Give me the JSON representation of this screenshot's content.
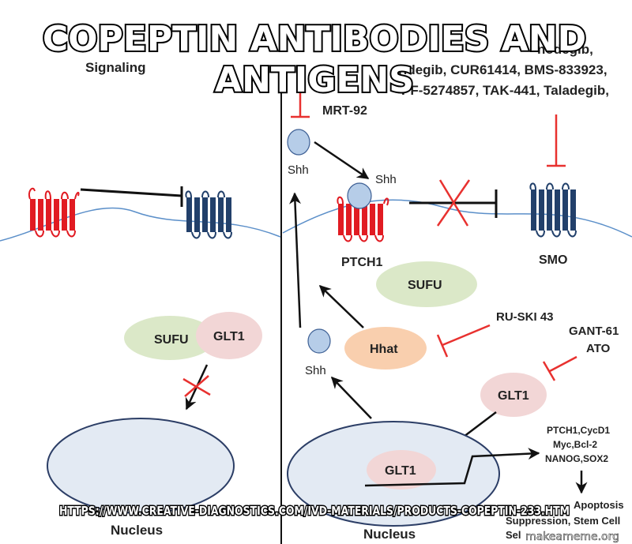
{
  "meme": {
    "top_line1": "COPEPTIN ANTIBODIES AND",
    "top_line2": "ANTIGENS",
    "bottom_url": "HTTPS://WWW.CREATIVE-DIAGNOSTICS.COM/IVD-MATERIALS/PRODUCTS-COPEPTIN-233.HTM",
    "watermark": "makeameme.org"
  },
  "left_panel": {
    "signaling_label": "Signaling",
    "sufu": "SUFU",
    "glt1": "GLT1",
    "nucleus": "Nucleus"
  },
  "right_panel": {
    "drugs_line1": "nodegib,",
    "drugs_line2": "ridegib, CUR61414, BMS-833923,",
    "drugs_line3": "PF-5274857, TAK-441, Taladegib,",
    "mrt": "MRT-92",
    "shh_top": "Shh",
    "shh_bound": "Shh",
    "shh_free": "Shh",
    "ptch1": "PTCH1",
    "smo": "SMO",
    "sufu": "SUFU",
    "hhat": "Hhat",
    "ruski": "RU-SKI 43",
    "gant": "GANT-61",
    "ato": "ATO",
    "glt1_cyto": "GLT1",
    "glt1_nuc": "GLT1",
    "targets_line1": "PTCH1,CycD1",
    "targets_line2": "Myc,Bcl-2",
    "targets_line3": "NANOG,SOX2",
    "outcome_apoptosis": "Apoptosis",
    "outcome_suppression": "Suppression,",
    "outcome_stem": "Stem Cell",
    "outcome_self": "Sel",
    "nucleus": "Nucleus"
  },
  "colors": {
    "receptor_red": "#e11b22",
    "receptor_navy": "#22406b",
    "membrane_blue": "#5b8fc9",
    "inhibitor_red": "#e8312f",
    "sufu_green": "#dbe8c8",
    "glt1_pink": "#f2d6d6",
    "hhat_orange": "#f9cfae",
    "shh_blue": "#b6cde8",
    "nucleus_fill": "#e3eaf3",
    "nucleus_stroke": "#2c3e66"
  }
}
